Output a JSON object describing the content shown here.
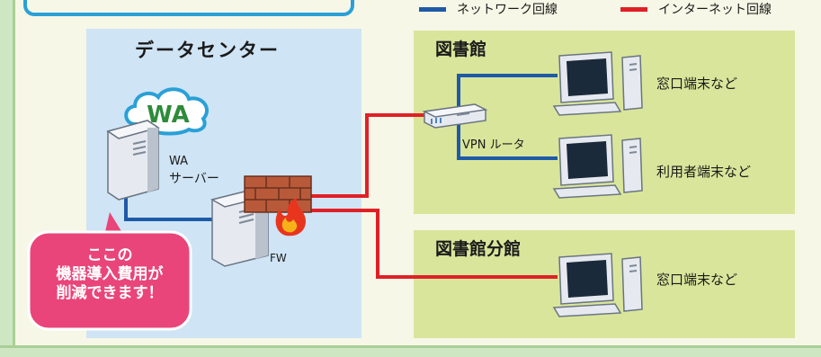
{
  "legend": {
    "network_line_label": "ネットワーク回線",
    "network_line_color": "#1e5aa8",
    "internet_line_label": "インターネット回線",
    "internet_line_color": "#e02027"
  },
  "datacenter": {
    "title": "データセンター",
    "cloud_logo": "WA",
    "wa_server_label_line1": "WA",
    "wa_server_label_line2": "サーバー",
    "fw_label": "FW",
    "callout": {
      "line1": "ここの",
      "line2": "機器導入費用が",
      "line3": "削減できます！",
      "color": "#e9457a"
    }
  },
  "library": {
    "title": "図書館",
    "router_label": "VPN ルータ",
    "terminal1_label": "窓口端末など",
    "terminal2_label": "利用者端末など"
  },
  "branch": {
    "title": "図書館分館",
    "terminal_label": "窓口端末など"
  }
}
